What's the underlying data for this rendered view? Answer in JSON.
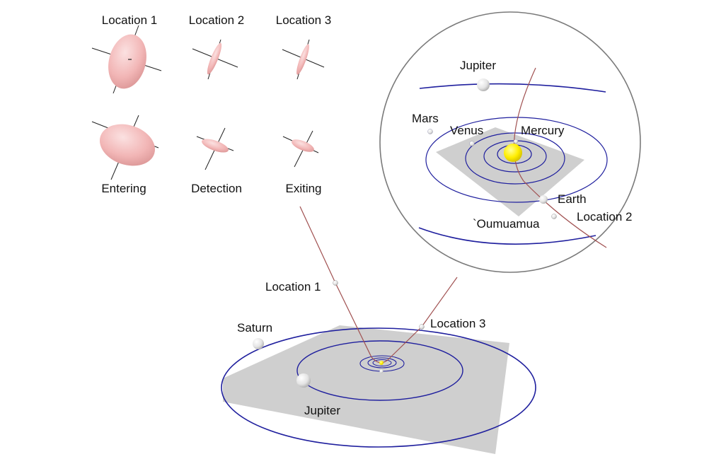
{
  "shape_panel": {
    "top_labels": [
      "Location 1",
      "Location 2",
      "Location 3"
    ],
    "bottom_labels": [
      "Entering",
      "Detection",
      "Exiting"
    ]
  },
  "inset": {
    "planets": {
      "jupiter": "Jupiter",
      "mars": "Mars",
      "venus": "Venus",
      "mercury": "Mercury",
      "earth": "Earth"
    },
    "object_label": "`Oumuamua",
    "location_label": "Location 2"
  },
  "main_view": {
    "location_1": "Location 1",
    "location_3": "Location 3",
    "saturn": "Saturn",
    "jupiter": "Jupiter"
  },
  "colors": {
    "orbit": "#1f1f9e",
    "trajectory": "#a05050",
    "plane": "#cfcfcf",
    "ellipsoid": "#f2b8b8",
    "sun": "#ffee00"
  }
}
